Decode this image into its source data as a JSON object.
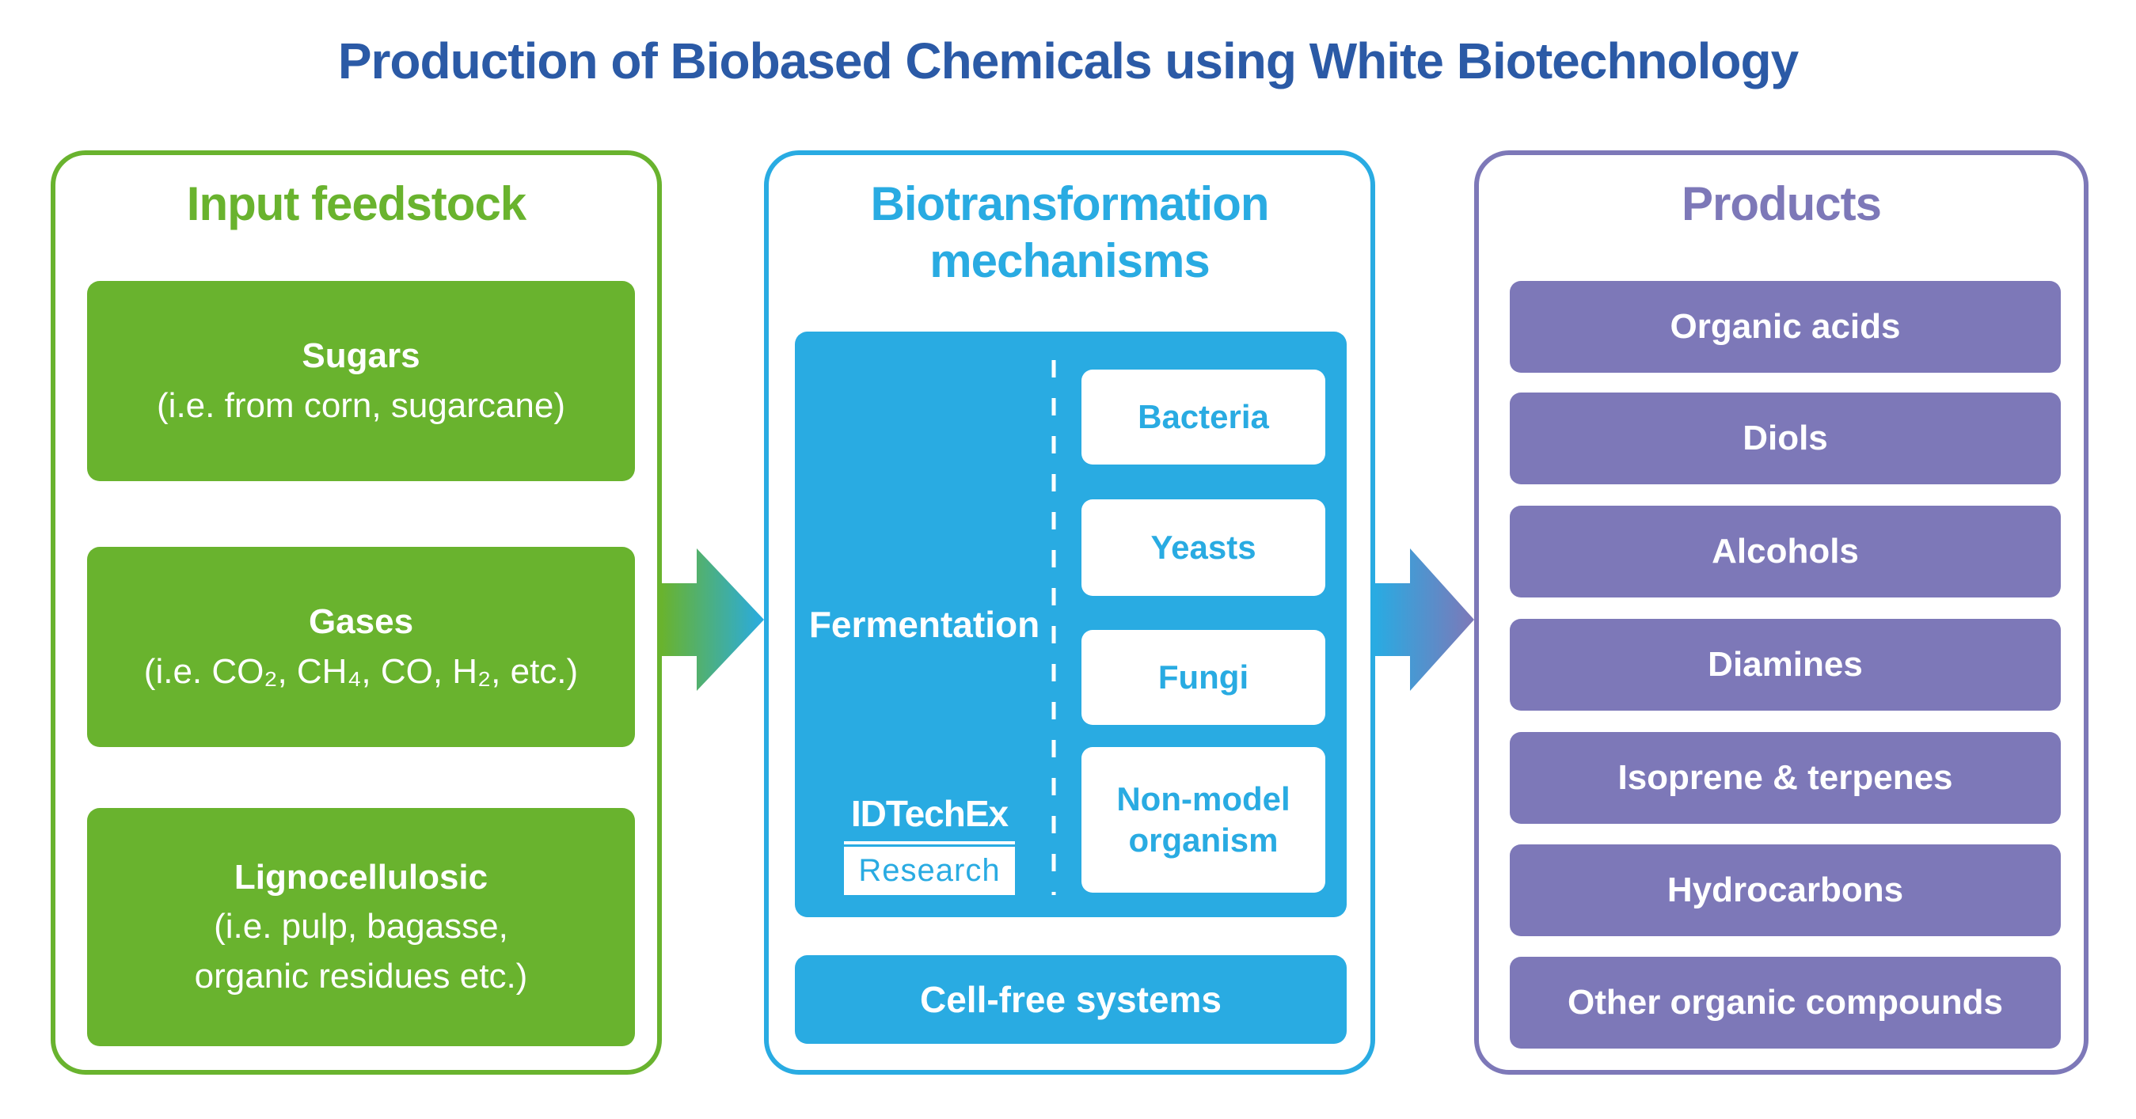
{
  "title": "Production of Biobased Chemicals using White Biotechnology",
  "colors": {
    "title_blue": "#2b5aa6",
    "green": "#69b32e",
    "blue": "#29abe2",
    "purple": "#7d78b8",
    "white": "#ffffff"
  },
  "input_feedstock": {
    "header": "Input feedstock",
    "items": [
      {
        "line1": "Sugars",
        "line2": "(i.e. from corn, sugarcane)"
      },
      {
        "line1": "Gases",
        "line2": "(i.e. CO₂, CH₄, CO, H₂, etc.)"
      },
      {
        "line1": "Lignocellulosic",
        "line2": "(i.e. pulp, bagasse,",
        "line3": "organic residues etc.)"
      }
    ]
  },
  "biotransformation": {
    "header_line1": "Biotransformation",
    "header_line2": "mechanisms",
    "fermentation_label": "Fermentation",
    "organisms": [
      "Bacteria",
      "Yeasts",
      "Fungi",
      "Non-model organism"
    ],
    "cell_free_label": "Cell-free systems",
    "logo": {
      "brand": "IDTechEx",
      "sub": "Research"
    }
  },
  "products": {
    "header": "Products",
    "items": [
      "Organic acids",
      "Diols",
      "Alcohols",
      "Diamines",
      "Isoprene & terpenes",
      "Hydrocarbons",
      "Other organic compounds"
    ]
  }
}
